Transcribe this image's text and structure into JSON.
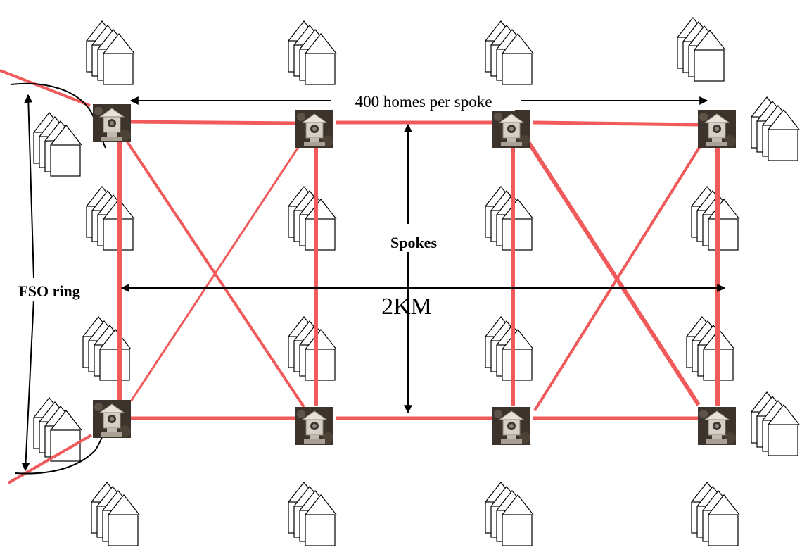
{
  "labels": {
    "homes_per_spoke": "400 homes per spoke",
    "spokes": "Spokes",
    "distance": "2KM",
    "fso_ring": "FSO ring"
  },
  "colors": {
    "link": "#f05a5a",
    "arrow": "#000000",
    "background": "#ffffff"
  },
  "icons": {
    "node": "fso-transceiver-icon",
    "homes": "house-stack-icon"
  }
}
